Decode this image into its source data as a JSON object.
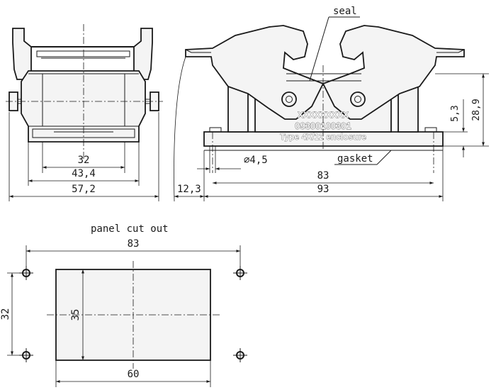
{
  "labels": {
    "seal": "seal",
    "gasket": "gasket",
    "panel_cut_out": "panel cut out"
  },
  "marking": {
    "line1": "XXXXXXXXX",
    "line2": "09300100301",
    "line3": "Type 4X/12 enclosure"
  },
  "front_view": {
    "dim_inner": "32",
    "dim_mid": "43,4",
    "dim_outer": "57,2"
  },
  "side_view": {
    "dim_hole": "⌀4,5",
    "dim_hole_spacing": "83",
    "dim_length": "93",
    "dim_overhang": "12,3",
    "dim_flange": "5,3",
    "dim_height": "28,9"
  },
  "cutout_view": {
    "dim_hole_spacing_x": "83",
    "dim_hole_spacing_y": "32",
    "dim_cut_height": "35",
    "dim_cut_width": "60"
  }
}
